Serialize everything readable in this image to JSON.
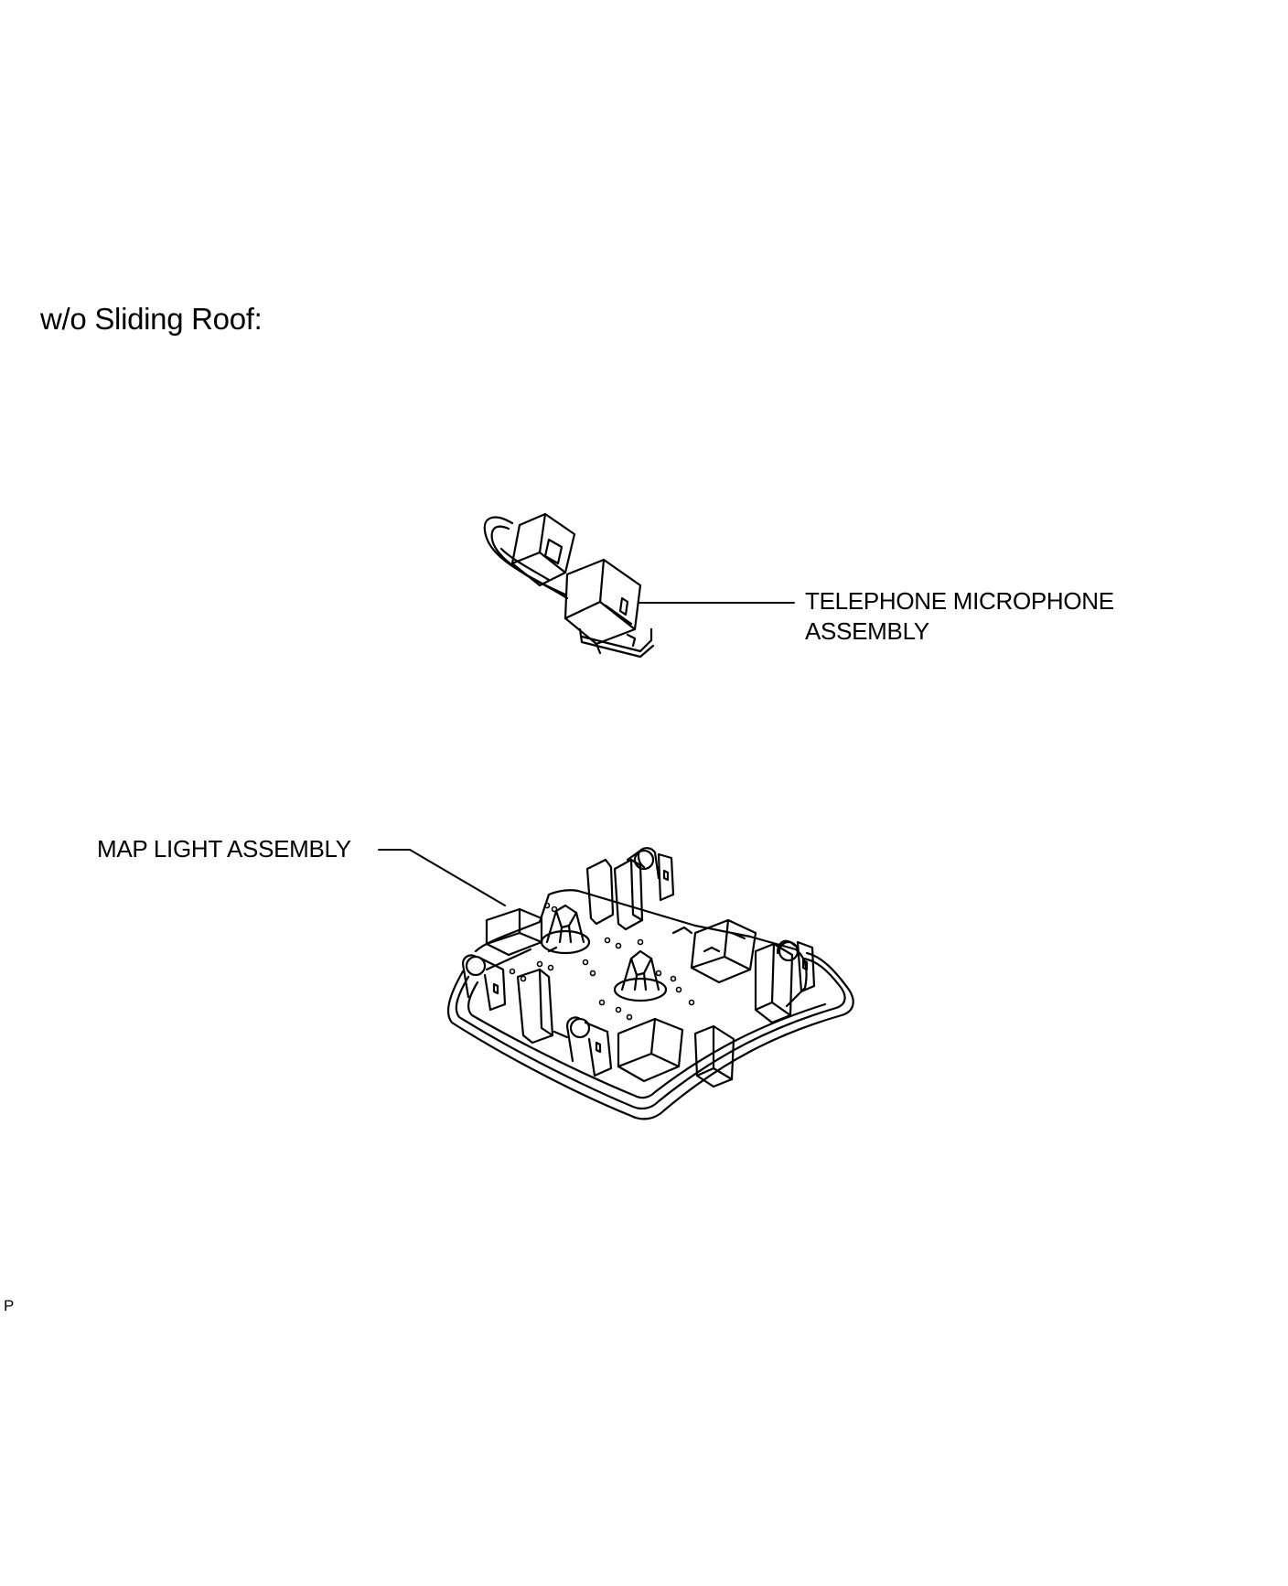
{
  "heading": "w/o Sliding Roof:",
  "labels": {
    "telephone_line1": "TELEPHONE MICROPHONE",
    "telephone_line2": "ASSEMBLY",
    "map_light": "MAP LIGHT ASSEMBLY"
  },
  "footer_code": "P",
  "colors": {
    "background": "#ffffff",
    "ink": "#000000"
  }
}
